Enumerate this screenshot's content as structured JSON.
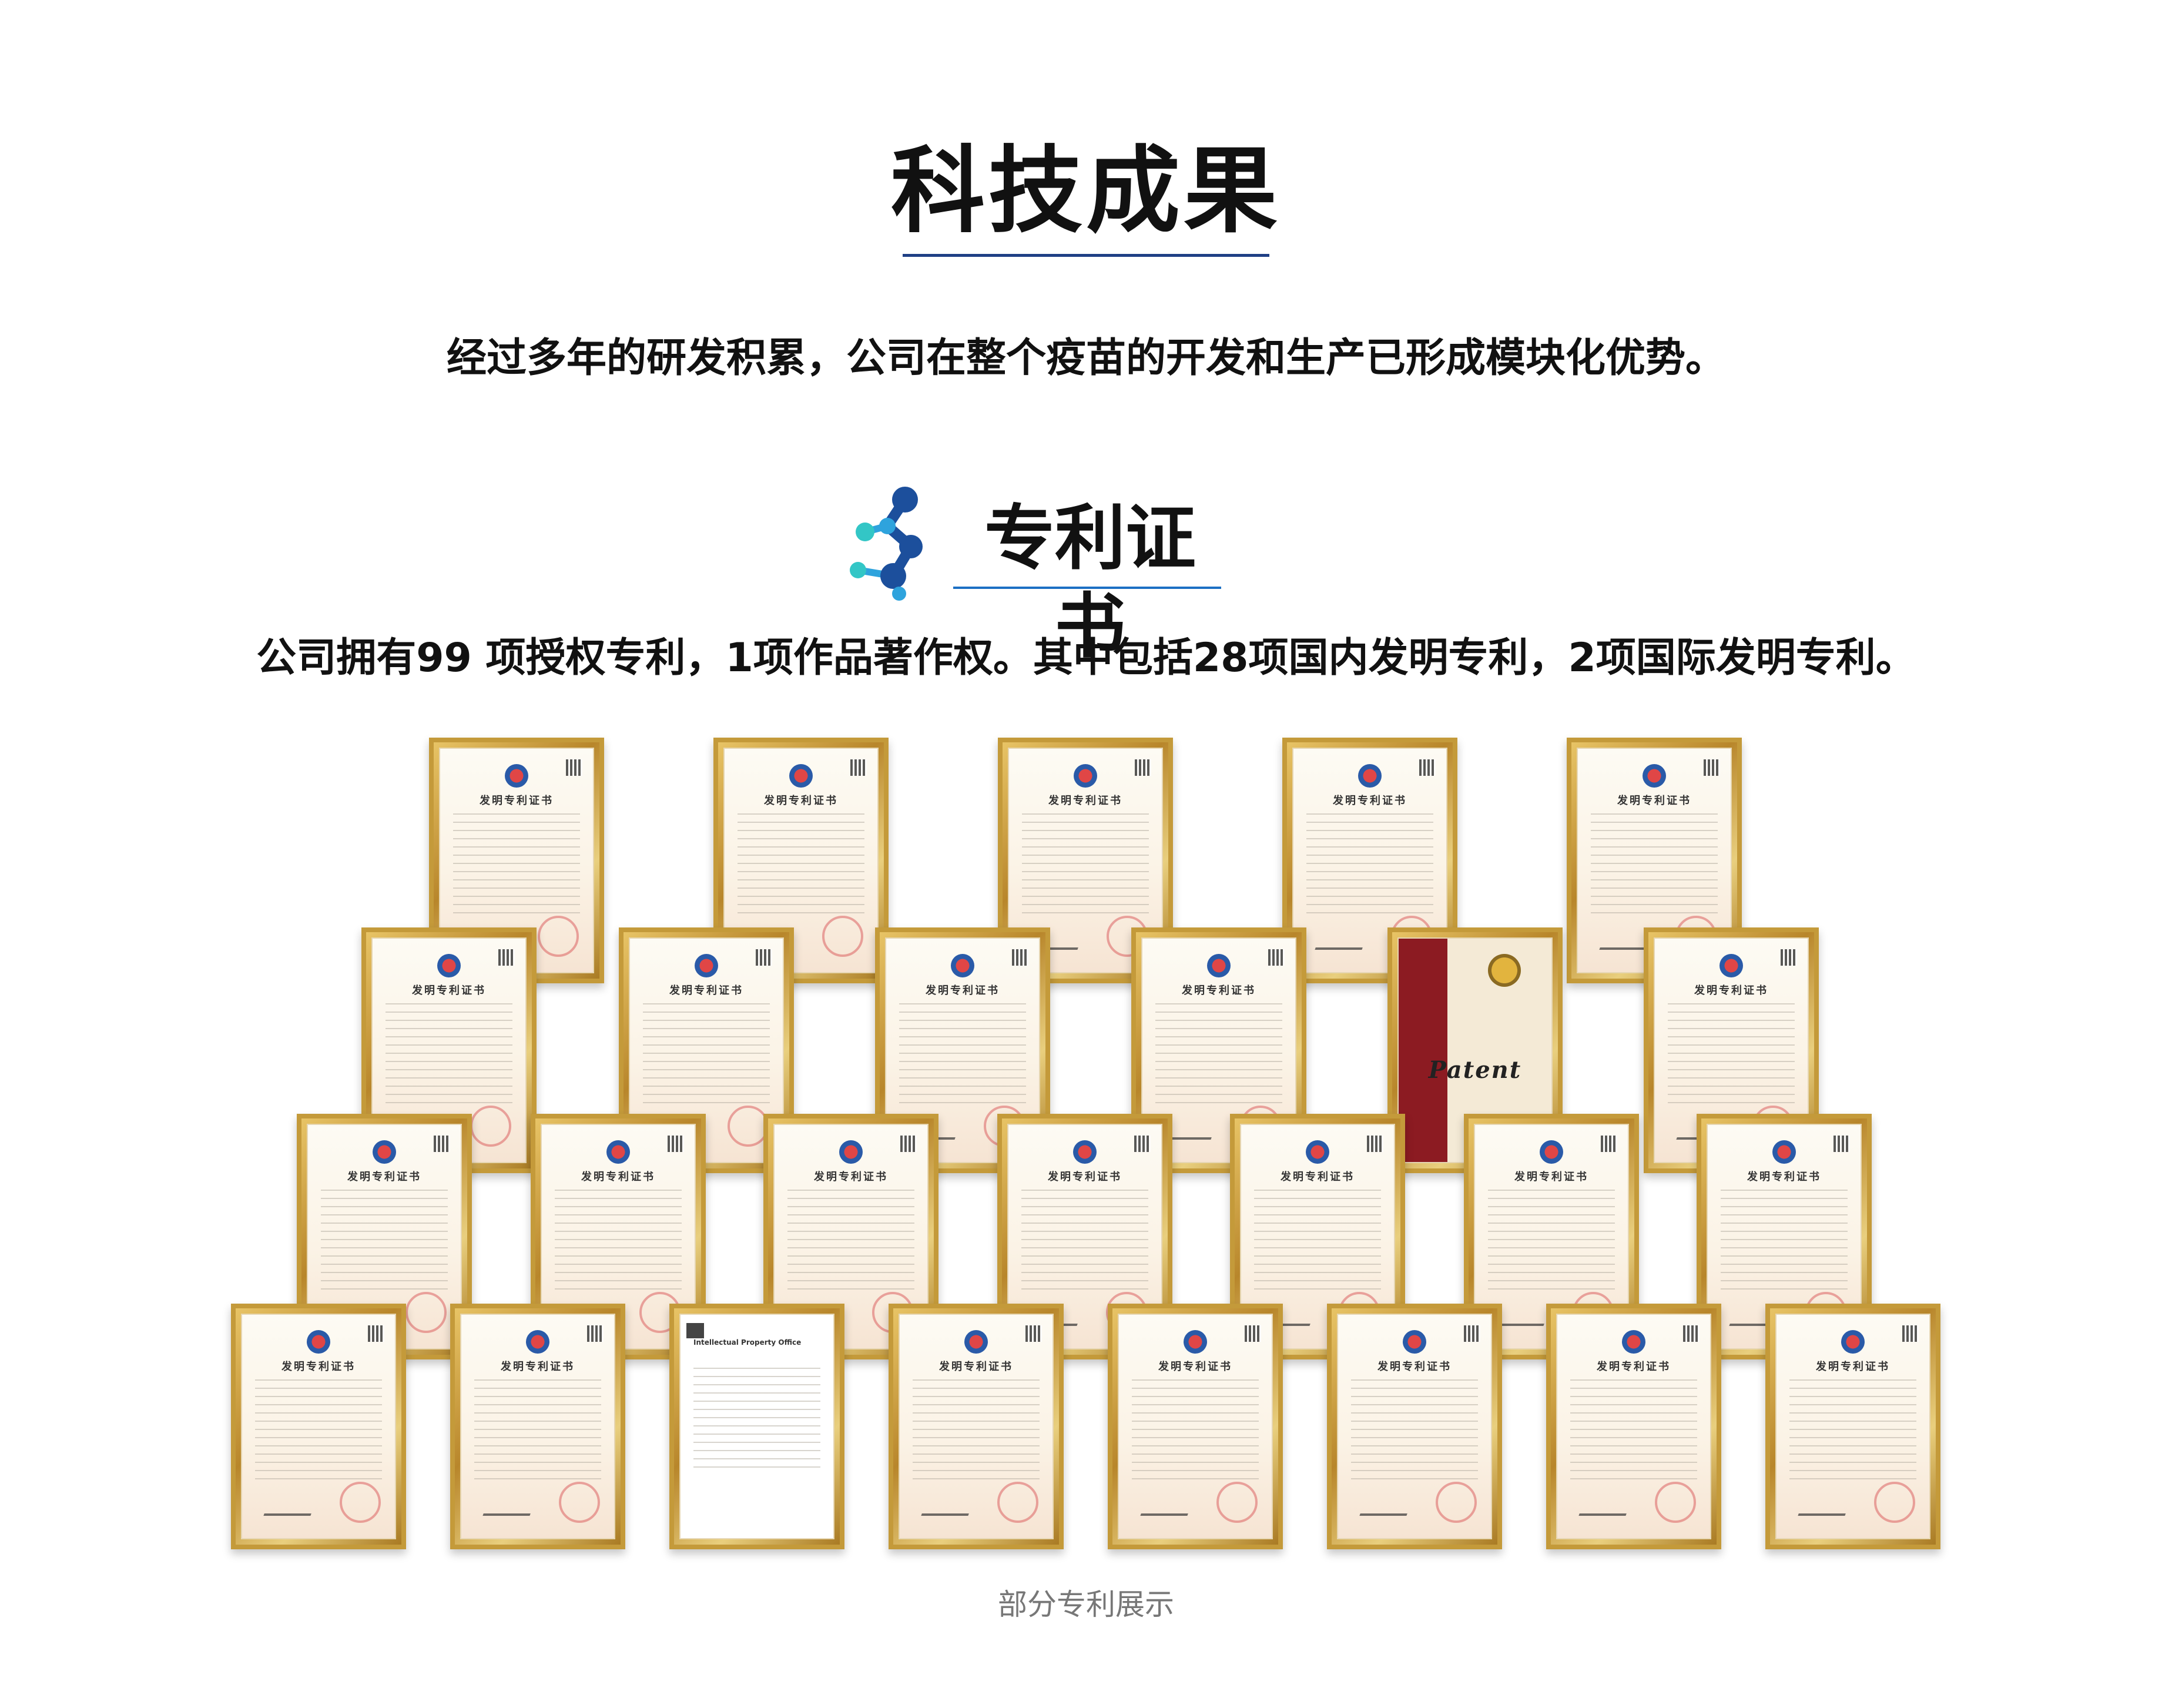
{
  "header": {
    "title": "科技成果",
    "intro": "经过多年的研发积累，公司在整个疫苗的开发和生产已形成模块化优势。"
  },
  "section": {
    "title": "专利证书",
    "logo_icon": "molecule-logo-icon",
    "summary": "公司拥有99 项授权专利，1项作品著作权。其中包括28项国内发明专利，2项国际发明专利。"
  },
  "certificates": {
    "heading": "发明专利证书",
    "us_heading": "Patent",
    "uk_heading": "Intellectual Property Office",
    "items": [
      {
        "kind": "cn"
      },
      {
        "kind": "cn"
      },
      {
        "kind": "cn"
      },
      {
        "kind": "cn"
      },
      {
        "kind": "cn"
      },
      {
        "kind": "cn"
      },
      {
        "kind": "cn"
      },
      {
        "kind": "cn"
      },
      {
        "kind": "cn"
      },
      {
        "kind": "us"
      },
      {
        "kind": "cn"
      },
      {
        "kind": "cn"
      },
      {
        "kind": "cn"
      },
      {
        "kind": "cn"
      },
      {
        "kind": "cn"
      },
      {
        "kind": "cn"
      },
      {
        "kind": "cn"
      },
      {
        "kind": "cn"
      },
      {
        "kind": "cn"
      },
      {
        "kind": "cn"
      },
      {
        "kind": "uk"
      },
      {
        "kind": "cn"
      },
      {
        "kind": "cn"
      },
      {
        "kind": "cn"
      },
      {
        "kind": "cn"
      },
      {
        "kind": "cn"
      }
    ]
  },
  "footer": {
    "caption": "部分专利展示"
  },
  "colors": {
    "title_underline": "#1f3f85",
    "section_underline": "#1c6fc4",
    "logo_dark_blue": "#1c4f9c",
    "logo_light_blue": "#2ea3dd",
    "logo_cyan": "#33c6c6",
    "frame_gold": "#c49a3a",
    "caption_gray": "#777777"
  }
}
